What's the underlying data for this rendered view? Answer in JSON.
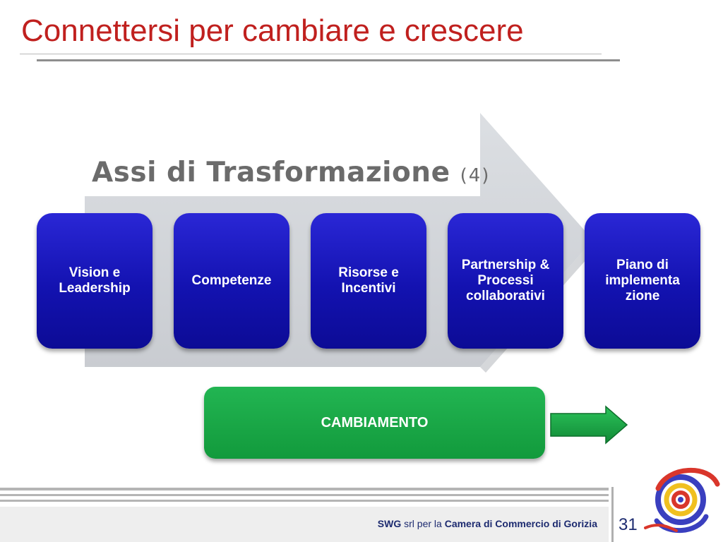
{
  "slide": {
    "title": "Connettersi per cambiare e crescere",
    "subtitle": "Assi di Trasformazione",
    "subtitle_number": "(4)",
    "axes": [
      {
        "label": "Vision e Leadership"
      },
      {
        "label": "Competenze"
      },
      {
        "label": "Risorse e Incentivi"
      },
      {
        "label": "Partnership & Processi collaborativi"
      },
      {
        "label": "Piano di implementa zione"
      }
    ],
    "change_label": "CAMBIAMENTO",
    "colors": {
      "title": "#c0201e",
      "box": "#1312b0",
      "change": "#129a3c",
      "arrow": "#d2d5da"
    }
  },
  "footer": {
    "org": "SWG",
    "middle": " srl per la ",
    "client": "Camera di Commercio di Gorizia",
    "page_number": "31"
  },
  "logo": {
    "icon": "swirl-logo-icon"
  }
}
